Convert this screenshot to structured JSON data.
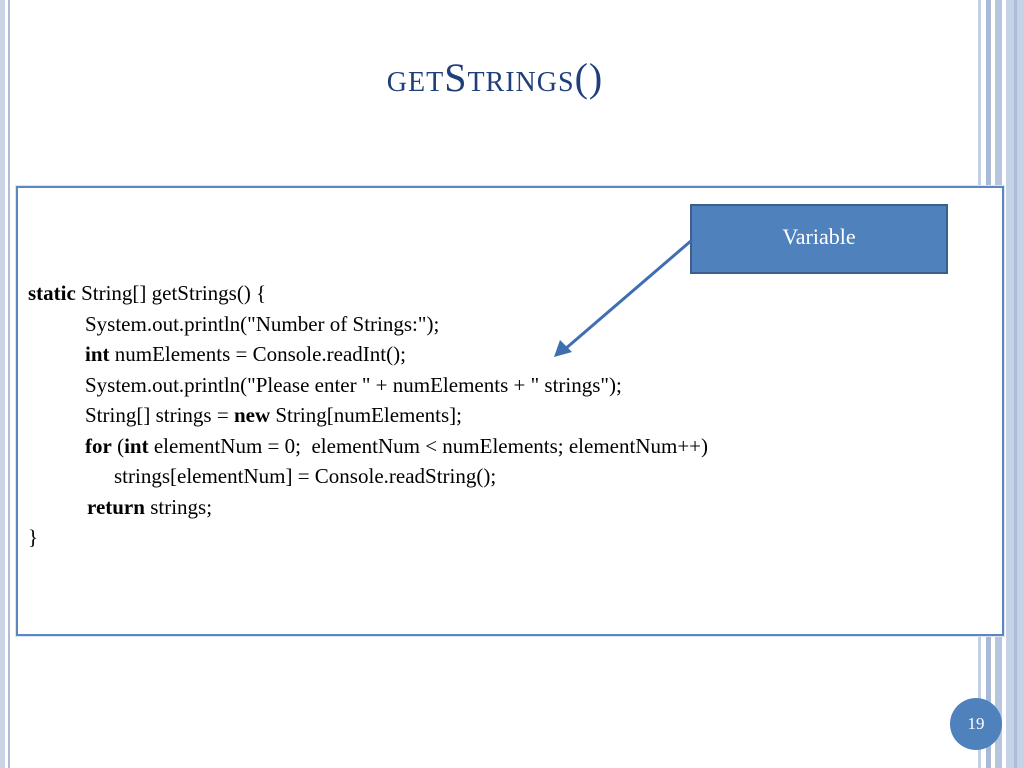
{
  "slide": {
    "title": "getStrings()",
    "callout_label": "Variable",
    "page_number": "19",
    "accent_color": "#4f81bd",
    "title_color": "#1f3f7a"
  },
  "code": {
    "l1_kw": "static",
    "l1_rest": " String[] getStrings() {",
    "l2": "System.out.println(\"Number of Strings:\");",
    "l3_kw": "int",
    "l3_rest": " numElements = Console.readInt();",
    "l4": "System.out.println(\"Please enter \" + numElements + \" strings\");",
    "l5_pre": "String[] strings = ",
    "l5_kw": "new",
    "l5_post": " String[numElements];",
    "l6_kw1": "for",
    "l6_mid": " (",
    "l6_kw2": "int",
    "l6_rest": " elementNum = 0;  elementNum < numElements; elementNum++)",
    "l7": "strings[elementNum] = Console.readString();",
    "l8_kw": "return",
    "l8_rest": " strings;",
    "l9": "}"
  }
}
